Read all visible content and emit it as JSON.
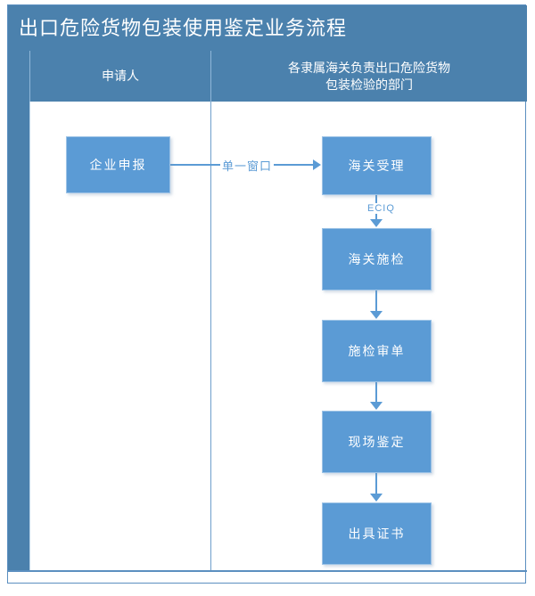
{
  "diagram": {
    "title": "出口危险货物包装使用鉴定业务流程",
    "type": "swimlane-flowchart",
    "colors": {
      "header_blue": "#4b81ad",
      "node_blue": "#5b9bd5",
      "node_border": "#9dc3e6",
      "connector_blue": "#5b9bd5",
      "frame_border": "#5b8fc0",
      "label_text": "#5b9bd5",
      "background": "#ffffff"
    },
    "lanes": [
      {
        "id": "applicant",
        "label": "申请人",
        "label_lines": [
          "申请人"
        ]
      },
      {
        "id": "customs-department",
        "label": "各隶属海关负责出口危险货物包装检验的部门",
        "label_lines": [
          "各隶属海关负责出口危险货物",
          "包装检验的部门"
        ]
      }
    ],
    "nodes": [
      {
        "id": "enterprise-declaration",
        "label": "企业申报",
        "lane": "applicant"
      },
      {
        "id": "customs-acceptance",
        "label": "海关受理",
        "lane": "customs-department"
      },
      {
        "id": "customs-inspection",
        "label": "海关施检",
        "lane": "customs-department"
      },
      {
        "id": "inspection-review",
        "label": "施检审单",
        "lane": "customs-department"
      },
      {
        "id": "onsite-appraisal",
        "label": "现场鉴定",
        "lane": "customs-department"
      },
      {
        "id": "issue-certificate",
        "label": "出具证书",
        "lane": "customs-department"
      }
    ],
    "edges": [
      {
        "from": "enterprise-declaration",
        "to": "customs-acceptance",
        "label": "单一窗口",
        "direction": "right"
      },
      {
        "from": "customs-acceptance",
        "to": "customs-inspection",
        "label": "ECIQ",
        "direction": "down"
      },
      {
        "from": "customs-inspection",
        "to": "inspection-review",
        "label": "",
        "direction": "down"
      },
      {
        "from": "inspection-review",
        "to": "onsite-appraisal",
        "label": "",
        "direction": "down"
      },
      {
        "from": "onsite-appraisal",
        "to": "issue-certificate",
        "label": "",
        "direction": "down"
      }
    ]
  }
}
